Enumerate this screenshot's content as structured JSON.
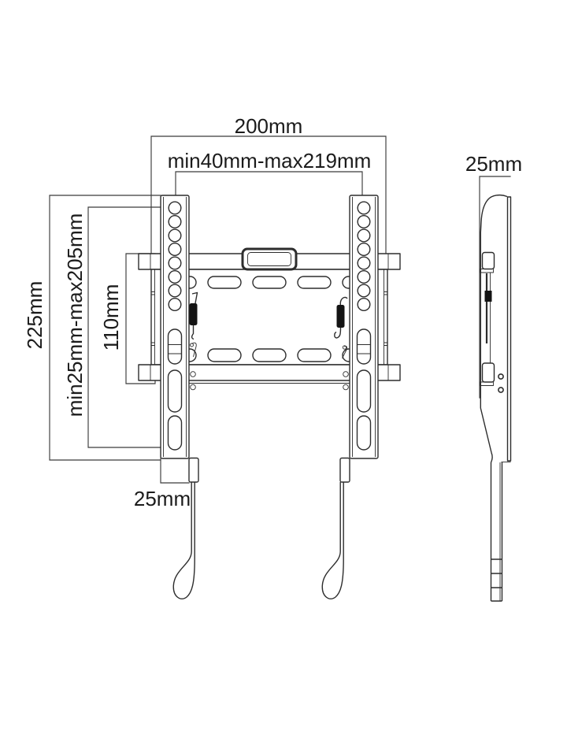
{
  "labels": {
    "front_width": "200mm",
    "front_hole_span": "min40mm-max219mm",
    "side_depth": "25mm",
    "front_height": "225mm",
    "front_height_range": "min25mm-max205mm",
    "plate_height": "110mm",
    "bottom_offset": "25mm"
  },
  "colors": {
    "outline": "#2d2d2d",
    "dimension": "#3a3a3a",
    "text": "#1b1b1b",
    "background": "#ffffff",
    "spring_fill": "#141414"
  }
}
